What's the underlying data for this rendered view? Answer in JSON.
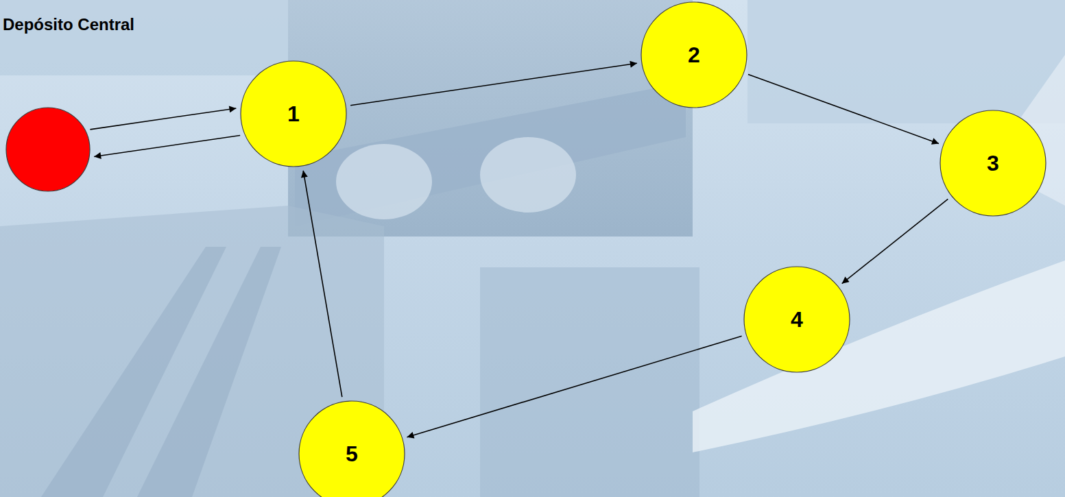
{
  "diagram": {
    "nodes": [
      {
        "text": [
          "Depósito Central"
        ]
      },
      {
        "text": [
          "1"
        ]
      },
      {
        "text": [
          "2"
        ]
      },
      {
        "text": [
          "3"
        ]
      },
      {
        "text": [
          "4"
        ]
      },
      {
        "text": [
          "5"
        ]
      }
    ],
    "edges": [
      {
        "from": 0,
        "to": 1,
        "arrow": "to"
      },
      {
        "from": 1,
        "to": 0,
        "arrow": "to"
      },
      {
        "from": 1,
        "to": 2,
        "arrow": "to"
      },
      {
        "from": 2,
        "to": 3,
        "arrow": "to"
      },
      {
        "from": 3,
        "to": 4,
        "arrow": "to"
      },
      {
        "from": 4,
        "to": 5,
        "arrow": "to"
      },
      {
        "from": 5,
        "to": 1,
        "arrow": "to"
      }
    ]
  }
}
